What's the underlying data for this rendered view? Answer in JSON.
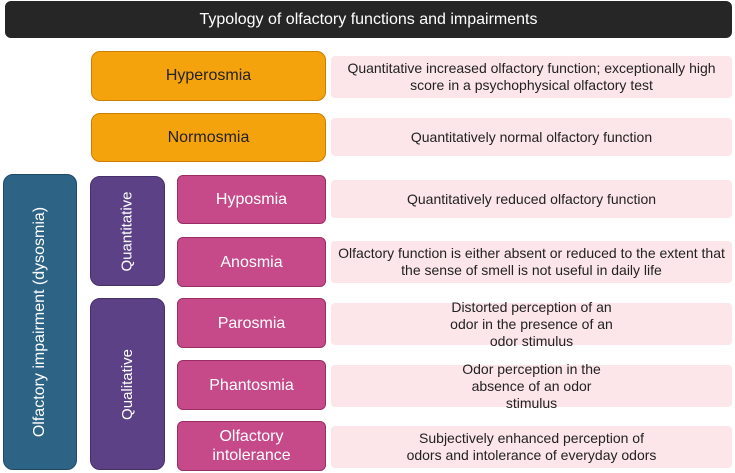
{
  "title": "Typology of olfactory functions and impairments",
  "group_labels": {
    "dysosmia": "Olfactory impairment (dysosmia)",
    "quantitative": "Quantitative",
    "qualitative": "Qualitative"
  },
  "terms": [
    {
      "label": "Hyperosmia",
      "description": "Quantitative increased olfactory function; exceptionally high score in a psychophysical olfactory test"
    },
    {
      "label": "Normosmia",
      "description": "Quantitatively normal olfactory function"
    },
    {
      "label": "Hyposmia",
      "description": "Quantitatively reduced olfactory function"
    },
    {
      "label": "Anosmia",
      "description": "Olfactory function is either absent or reduced to the extent that the sense of smell is not useful in daily life"
    },
    {
      "label": "Parosmia",
      "description": "Distorted perception of an odor in the presence of an odor stimulus"
    },
    {
      "label": "Phantosmia",
      "description": "Odor perception in the absence of an odor stimulus"
    },
    {
      "label": "Olfactory intolerance",
      "description": "Subjectively enhanced perception of odors and intolerance of everyday odors"
    }
  ],
  "colors": {
    "title_bg": "#262626",
    "normal_terms": "#f5a30c",
    "impairment_terms": "#c64a8a",
    "dysosmia_group": "#2d6384",
    "subgroup": "#5d4186",
    "description_bg": "#fce6e9"
  }
}
